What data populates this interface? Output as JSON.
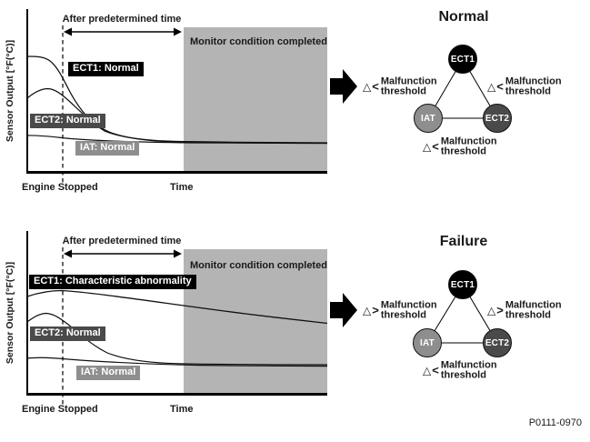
{
  "figure": {
    "code": "P0111-0970"
  },
  "colors": {
    "ect1": "#000000",
    "ect2": "#4a4a4a",
    "iat": "#8e8e8e",
    "monitor_region": "#b4b4b4"
  },
  "normal": {
    "graph": {
      "y_axis_label": "Sensor Output [°F(°C)]",
      "predetermined_time_label": "After predetermined time",
      "monitor_label": "Monitor condition completed",
      "ect1_label": "ECT1: Normal",
      "ect2_label": "ECT2: Normal",
      "iat_label": "IAT: Normal",
      "engine_stopped_label": "Engine Stopped",
      "time_label": "Time"
    },
    "diagram": {
      "title": "Normal",
      "nodes": {
        "ect1": "ECT1",
        "iat": "IAT",
        "ect2": "ECT2"
      },
      "threshold_left": {
        "symbol": "△",
        "comparator": "<",
        "line1": "Malfunction",
        "line2": "threshold"
      },
      "threshold_right": {
        "symbol": "△",
        "comparator": "<",
        "line1": "Malfunction",
        "line2": "threshold"
      },
      "threshold_bottom": {
        "symbol": "△",
        "comparator": "<",
        "line1": "Malfunction",
        "line2": "threshold"
      }
    }
  },
  "failure": {
    "graph": {
      "y_axis_label": "Sensor Output [°F(°C)]",
      "predetermined_time_label": "After predetermined time",
      "monitor_label": "Monitor condition completed",
      "ect1_label": "ECT1: Characteristic abnormality",
      "ect2_label": "ECT2: Normal",
      "iat_label": "IAT: Normal",
      "engine_stopped_label": "Engine Stopped",
      "time_label": "Time"
    },
    "diagram": {
      "title": "Failure",
      "nodes": {
        "ect1": "ECT1",
        "iat": "IAT",
        "ect2": "ECT2"
      },
      "threshold_left": {
        "symbol": "△",
        "comparator": ">",
        "line1": "Malfunction",
        "line2": "threshold"
      },
      "threshold_right": {
        "symbol": "△",
        "comparator": ">",
        "line1": "Malfunction",
        "line2": "threshold"
      },
      "threshold_bottom": {
        "symbol": "△",
        "comparator": "<",
        "line1": "Malfunction",
        "line2": "threshold"
      }
    }
  }
}
